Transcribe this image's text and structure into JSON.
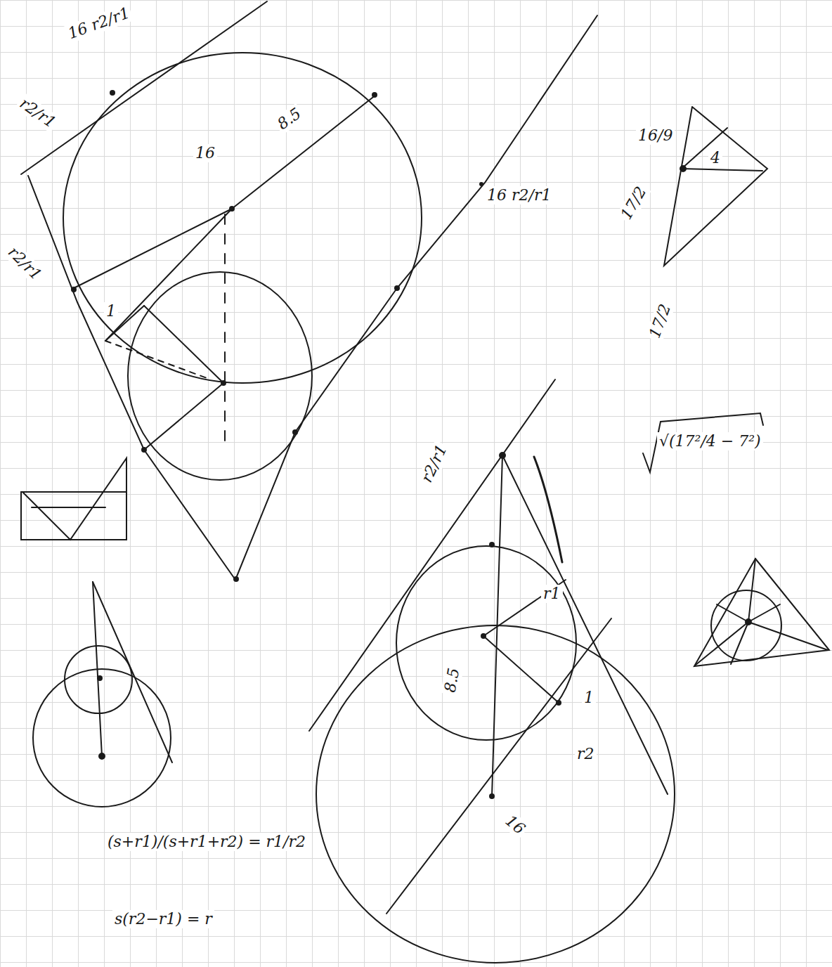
{
  "diagram": {
    "labels": [
      "16 r2/r1",
      "r2/r1",
      "16",
      "8.5",
      "r2/r1",
      "1",
      "16 r2/r1",
      "16/9",
      "4",
      "17/2",
      "17/2",
      "√(17²/4 − 7²)",
      "r2/r1",
      "r1",
      "8.5",
      "1",
      "r2",
      "16",
      "(s+r1)/(s+r1+r2) = r1/r2",
      "s(r2−r1) = r"
    ]
  }
}
